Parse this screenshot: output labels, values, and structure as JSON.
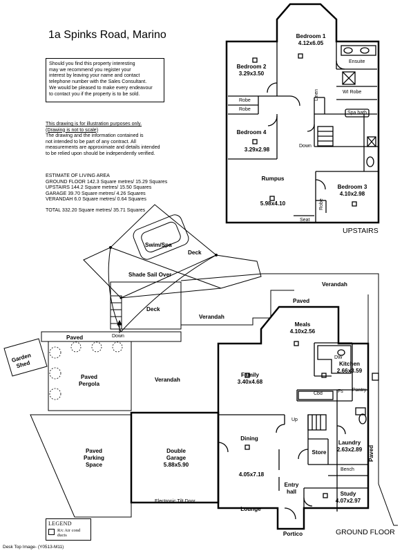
{
  "title": "1a Spinks Road,  Marino",
  "notice": [
    "Should you find this property interesting",
    "may we recommend you register your",
    "interest by leaving your name and contact",
    "telephone number with the Sales Consultant.",
    "We would be pleased to make every endeavour",
    "to contact you if the property is to be sold."
  ],
  "disclaimer": {
    "line1": "This drawing is for illustration purposes only.",
    "line2": "(Drawing is not to scale)",
    "body": [
      "The drawing and the information contained is",
      "not intended to be part of any contract.  All",
      "measurements are approximate and details intended",
      "to be relied upon should be independently verified."
    ]
  },
  "estimate": {
    "heading": "ESTIMATE OF LIVING AREA",
    "lines": [
      "GROUND FLOOR 142.3 Square metres/  15.29 Squares",
      "UPSTAIRS 144.2 Square metres/  15.50 Squares",
      "GARAGE  39.70 Square metres/  4.26 Squares",
      "VERANDAH 6.0  Square metres/  0.64 Squares"
    ],
    "total": "TOTAL  332.20 Square metres/  35.71 Squares"
  },
  "sections": {
    "upstairs": "UPSTAIRS",
    "ground": "GROUND FLOOR"
  },
  "upstairs_rooms": {
    "bedroom1": {
      "name": "Bedroom 1",
      "dim": "4.12x6.05"
    },
    "bedroom2": {
      "name": "Bedroom 2",
      "dim": "3.29x3.50"
    },
    "bedroom4": {
      "name": "Bedroom 4",
      "dim": "3.29x2.98"
    },
    "bedroom3": {
      "name": "Bedroom 3",
      "dim": "4.10x2.98"
    },
    "rumpus": {
      "name": "Rumpus",
      "dim": "5.98x4.10"
    },
    "ensuite": "Ensuite",
    "wirobe": "WI Robe",
    "spabath": "Spa bath",
    "linen": "Linen",
    "robe1": "Robe",
    "robe2": "Robe",
    "robe3": "Robe",
    "down": "Down",
    "seat": "Seat"
  },
  "outdoor": {
    "swimspa": "Swim/Spa",
    "deck_top": "Deck",
    "shade_sail": "Shade Sail Over",
    "deck_mid": "Deck",
    "verandah_top": "Verandah",
    "verandah_mid": "Verandah",
    "verandah_left": "Verandah",
    "paved_top": "Paved",
    "paved_left": "Paved",
    "paved_right": "Paved",
    "down": "Down",
    "garden_shed": [
      "Garden",
      "Shed"
    ],
    "paved_pergola": [
      "Paved",
      "Pergola"
    ],
    "paved_parking": [
      "Paved",
      "Parking",
      "Space"
    ]
  },
  "ground_rooms": {
    "meals": {
      "name": "Meals",
      "dim": "4.10x2.56"
    },
    "family": {
      "name": "Family",
      "dim": "3.40x4.68"
    },
    "kitchen": {
      "name": "Kitchen",
      "dim": "2.66x3.59"
    },
    "dw": "DW",
    "cbd": "Cbd",
    "fs": "Fs",
    "pantry": "Pantry",
    "up": "Up",
    "dining": {
      "name": "Dining"
    },
    "lounge_dim": "4.05x7.18",
    "lounge": {
      "name": "Lounge"
    },
    "store": "Store",
    "laundry": {
      "name": "Laundry",
      "dim": "2.63x2.89"
    },
    "bench": "Bench",
    "entry": [
      "Entry",
      "hall"
    ],
    "study": {
      "name": "Study",
      "dim": "4.07x2.97"
    },
    "portico": "Portico",
    "garage": {
      "name": [
        "Double",
        "Garage"
      ],
      "dim": "5.88x5.90"
    },
    "tilt_door": "Electronic Tilt Door"
  },
  "legend": {
    "heading": "LEGEND",
    "item": [
      "R/c Air cond",
      "ducts"
    ]
  },
  "footer": "Desk Top Image- (Y0513-M11)"
}
